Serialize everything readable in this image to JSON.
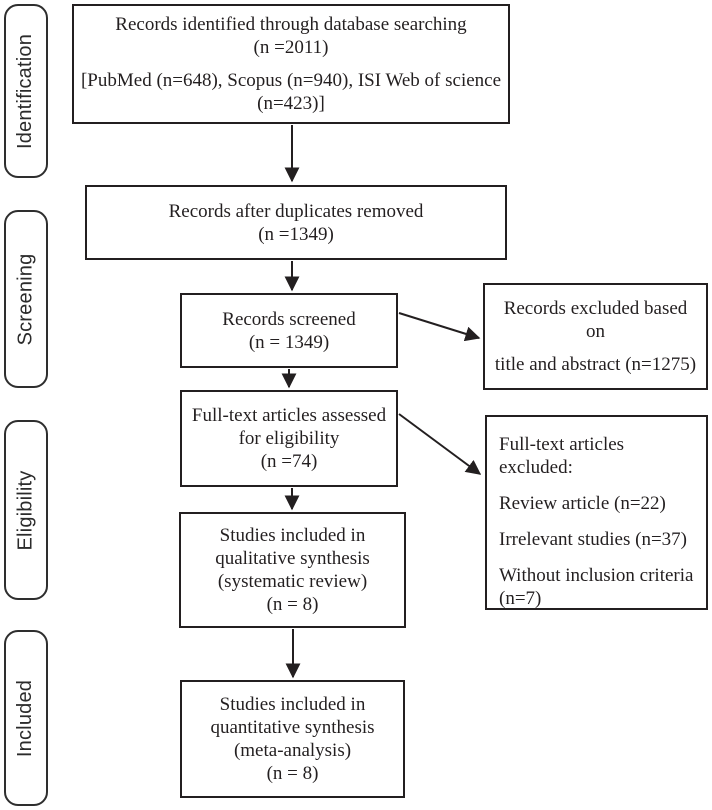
{
  "colors": {
    "line": "#231f20",
    "background": "#ffffff"
  },
  "sidebar": {
    "stages": [
      {
        "label": "Identification"
      },
      {
        "label": "Screening"
      },
      {
        "label": "Eligibility"
      },
      {
        "label": "Included"
      }
    ]
  },
  "flow": {
    "identified": {
      "line1": "Records identified through database searching",
      "line2": "(n =2011)",
      "line3": "[PubMed (n=648), Scopus (n=940), ISI Web of science",
      "line4": "(n=423)]"
    },
    "duplicates_removed": {
      "line1": "Records after duplicates removed",
      "line2": "(n =1349)"
    },
    "screened": {
      "line1": "Records screened",
      "line2": "(n = 1349)"
    },
    "fulltext_assessed": {
      "line1": "Full-text articles assessed",
      "line2": "for eligibility",
      "line3": "(n =74)"
    },
    "qualitative_synthesis": {
      "line1": "Studies included in",
      "line2": "qualitative synthesis",
      "line3": "(systematic review)",
      "line4": "(n = 8)"
    },
    "quantitative_synthesis": {
      "line1": "Studies included in",
      "line2": "quantitative synthesis",
      "line3": "(meta-analysis)",
      "line4": "(n = 8)"
    },
    "excluded_screening": {
      "line1": "Records excluded based",
      "line2": "on",
      "line3": "title and abstract (n=1275)"
    },
    "excluded_fulltext": {
      "heading": "Full-text articles excluded:",
      "item1": "Review article (n=22)",
      "item2": "Irrelevant studies (n=37)",
      "item3": "Without inclusion criteria (n=7)"
    }
  }
}
